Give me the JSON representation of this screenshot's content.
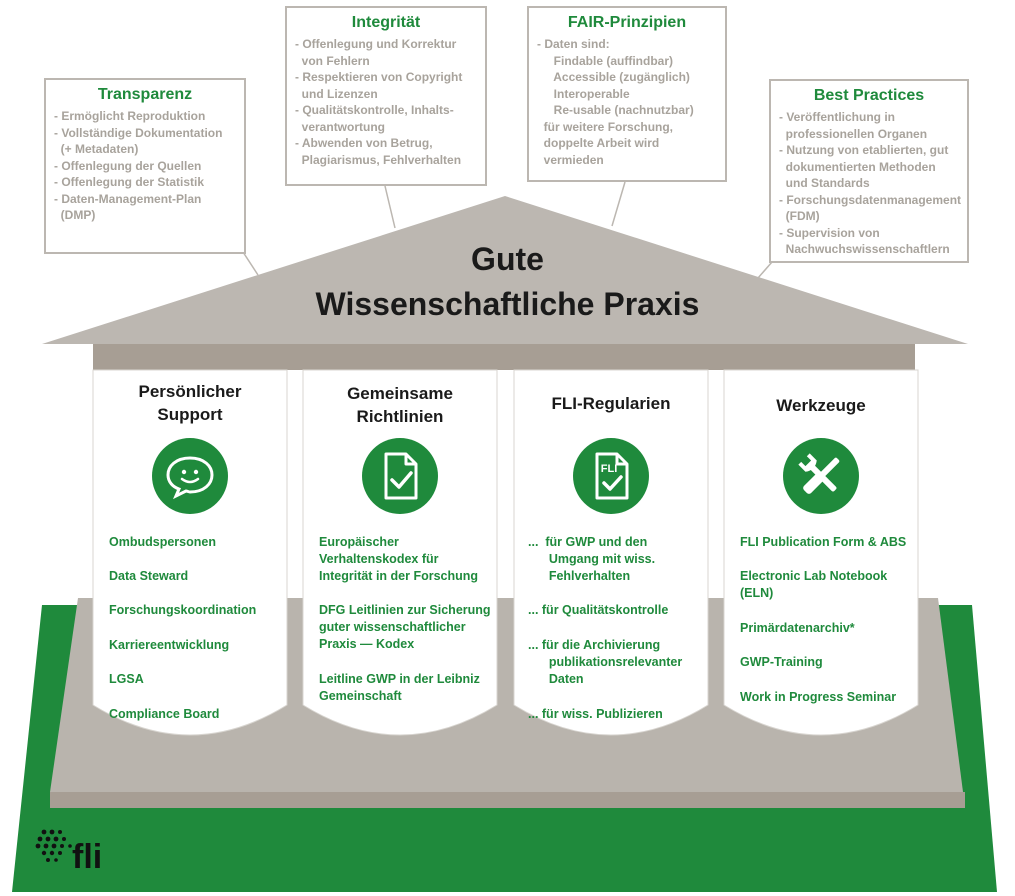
{
  "roof": {
    "title_line1": "Gute",
    "title_line2": "Wissenschaftliche Praxis"
  },
  "callouts": [
    {
      "id": "transparenz",
      "title": "Transparenz",
      "lines": [
        "- Ermöglicht Reproduktion",
        "- Vollständige Dokumentation",
        "  (+ Metadaten)",
        "- Offenlegung der Quellen",
        "- Offenlegung der Statistik",
        "- Daten-Management-Plan",
        "  (DMP)"
      ]
    },
    {
      "id": "integritaet",
      "title": "Integrität",
      "lines": [
        "- Offenlegung und Korrektur",
        "  von Fehlern",
        "- Respektieren von Copyright",
        "  und Lizenzen",
        "- Qualitätskontrolle, Inhalts-",
        "  verantwortung",
        "- Abwenden von Betrug,",
        "  Plagiarismus, Fehlverhalten"
      ]
    },
    {
      "id": "fair",
      "title": "FAIR-Prinzipien",
      "lines": [
        "- Daten sind:",
        "     Findable (auffindbar)",
        "     Accessible (zugänglich)",
        "     Interoperable",
        "     Re-usable (nachnutzbar)",
        "  für weitere Forschung,",
        "  doppelte Arbeit wird",
        "  vermieden"
      ]
    },
    {
      "id": "best-practices",
      "title": "Best Practices",
      "lines": [
        "- Veröffentlichung in",
        "  professionellen Organen",
        "- Nutzung von etablierten, gut",
        "  dokumentierten Methoden",
        "  und Standards",
        "- Forschungsdatenmanagement",
        "  (FDM)",
        "- Supervision von",
        "  Nachwuchswissenschaftlern"
      ]
    }
  ],
  "pillars": [
    {
      "id": "support",
      "title_lines": [
        "Persönlicher",
        "Support"
      ],
      "icon": "speech-bubble-icon",
      "items": [
        "Ombudspersonen",
        "Data Steward",
        "Forschungskoordination",
        "Karriereentwicklung",
        "LGSA",
        "Compliance Board"
      ]
    },
    {
      "id": "richtlinien",
      "title_lines": [
        "Gemeinsame",
        "Richtlinien"
      ],
      "icon": "document-check-icon",
      "items": [
        "Europäischer\nVerhaltenskodex für\nIntegrität in der Forschung",
        "DFG Leitlinien zur Sicherung\nguter wissenschaftlicher\nPraxis — Kodex",
        "Leitline GWP in der Leibniz\nGemeinschaft"
      ]
    },
    {
      "id": "regularien",
      "title_lines": [
        "FLI-Regularien"
      ],
      "icon": "fli-document-check-icon",
      "icon_text": "FLI",
      "items": [
        "...  für GWP und den\n      Umgang mit wiss.\n      Fehlverhalten",
        "... für Qualitätskontrolle",
        "... für die Archivierung\n      publikationsrelevanter\n      Daten",
        "... für wiss. Publizieren"
      ]
    },
    {
      "id": "werkzeuge",
      "title_lines": [
        "Werkzeuge"
      ],
      "icon": "tools-icon",
      "items": [
        "FLI Publication Form & ABS",
        "Electronic Lab Notebook\n(ELN)",
        "Primärdatenarchiv*",
        "GWP-Training",
        "Work in Progress Seminar"
      ]
    }
  ],
  "logo": {
    "text": "fli"
  },
  "colors": {
    "green": "#1f8a3c",
    "roof_gray": "#bcb7b1",
    "beam": "#a79e94",
    "platform": "#b9b4ad"
  }
}
